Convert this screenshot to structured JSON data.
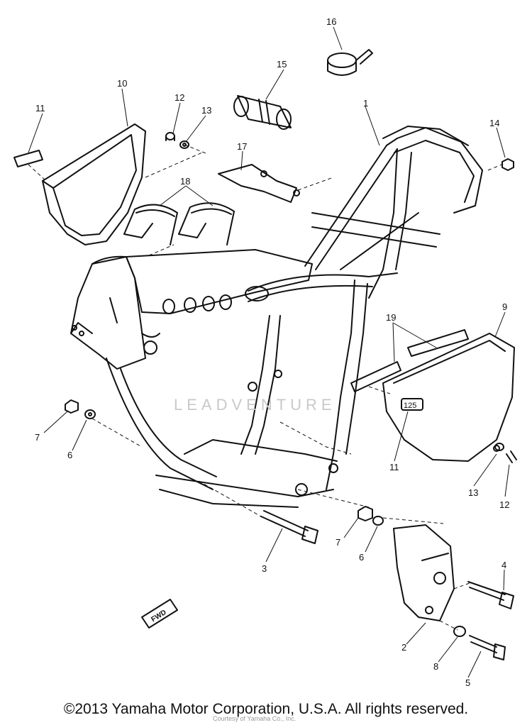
{
  "diagram": {
    "callouts": [
      {
        "id": "1",
        "text": "1"
      },
      {
        "id": "2",
        "text": "2"
      },
      {
        "id": "3",
        "text": "3"
      },
      {
        "id": "4",
        "text": "4"
      },
      {
        "id": "5",
        "text": "5"
      },
      {
        "id": "6a",
        "text": "6"
      },
      {
        "id": "6b",
        "text": "6"
      },
      {
        "id": "7a",
        "text": "7"
      },
      {
        "id": "7b",
        "text": "7"
      },
      {
        "id": "8",
        "text": "8"
      },
      {
        "id": "9",
        "text": "9"
      },
      {
        "id": "10",
        "text": "10"
      },
      {
        "id": "11a",
        "text": "11"
      },
      {
        "id": "11b",
        "text": "11"
      },
      {
        "id": "12a",
        "text": "12"
      },
      {
        "id": "12b",
        "text": "12"
      },
      {
        "id": "13a",
        "text": "13"
      },
      {
        "id": "13b",
        "text": "13"
      },
      {
        "id": "14",
        "text": "14"
      },
      {
        "id": "15",
        "text": "15"
      },
      {
        "id": "16",
        "text": "16"
      },
      {
        "id": "17",
        "text": "17"
      },
      {
        "id": "18",
        "text": "18"
      },
      {
        "id": "19",
        "text": "19"
      }
    ],
    "fwd_label": "FWD",
    "side_cover_badge": "125",
    "watermark": "LEADVENTURE",
    "small_print": "Courtesy of Yamaha Co., Inc."
  },
  "footer": {
    "copyright": "©2013 Yamaha Motor Corporation, U.S.A. All rights reserved."
  }
}
